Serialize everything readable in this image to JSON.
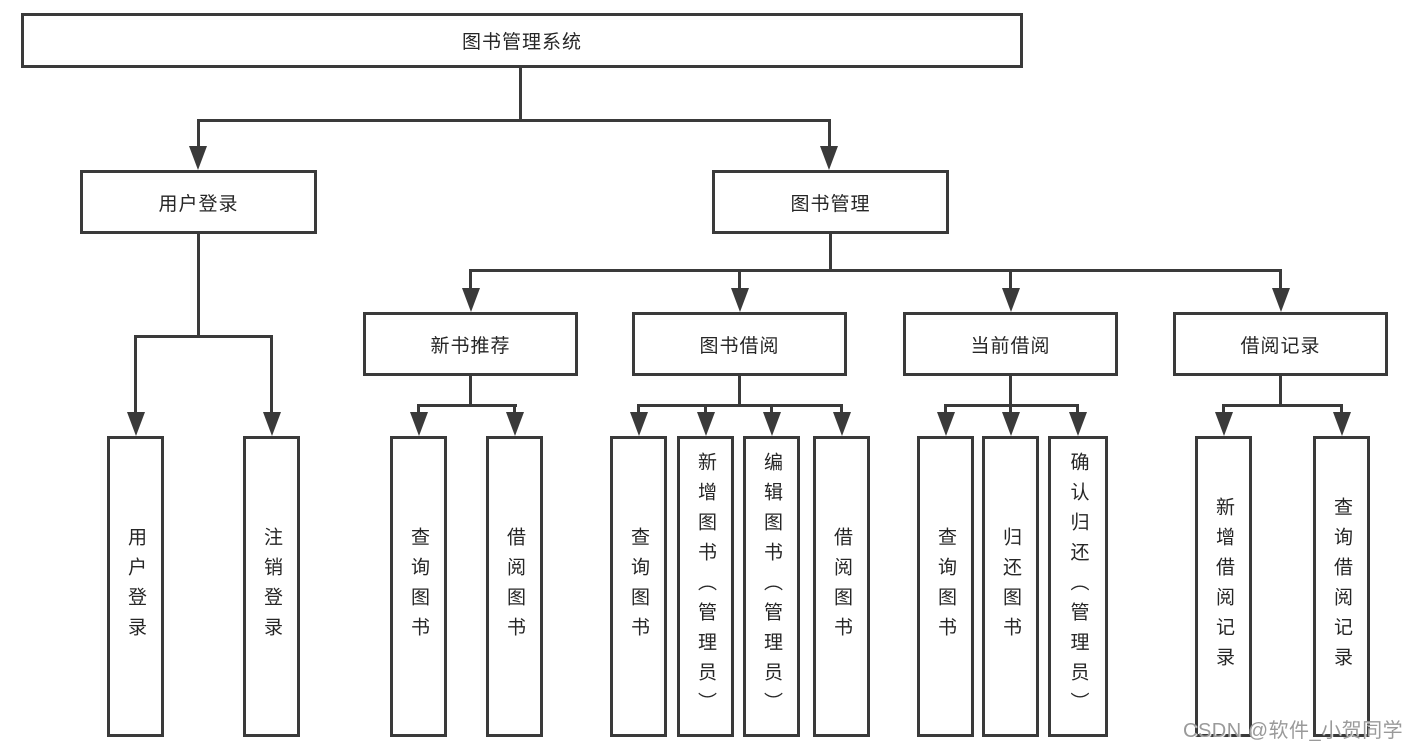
{
  "diagram_title": "图书管理系统",
  "colors": {
    "line": "#3a3a3a",
    "box_border": "#3a3a3a",
    "text": "#262626",
    "background": "#ffffff",
    "watermark": "#9a9a9a"
  },
  "watermark": {
    "text": "CSDN @软件_小贺同学"
  },
  "tree": {
    "label": "图书管理系统",
    "children": [
      {
        "label": "用户登录",
        "children": [
          {
            "label": "用户登录"
          },
          {
            "label": "注销登录"
          }
        ]
      },
      {
        "label": "图书管理",
        "children": [
          {
            "label": "新书推荐",
            "children": [
              {
                "label": "查询图书"
              },
              {
                "label": "借阅图书"
              }
            ]
          },
          {
            "label": "图书借阅",
            "children": [
              {
                "label": "查询图书"
              },
              {
                "label": "新增图书（管理员）"
              },
              {
                "label": "编辑图书（管理员）"
              },
              {
                "label": "借阅图书"
              }
            ]
          },
          {
            "label": "当前借阅",
            "children": [
              {
                "label": "查询图书"
              },
              {
                "label": "归还图书"
              },
              {
                "label": "确认归还（管理员）"
              }
            ]
          },
          {
            "label": "借阅记录",
            "children": [
              {
                "label": "新增借阅记录"
              },
              {
                "label": "查询借阅记录"
              }
            ]
          }
        ]
      }
    ]
  }
}
